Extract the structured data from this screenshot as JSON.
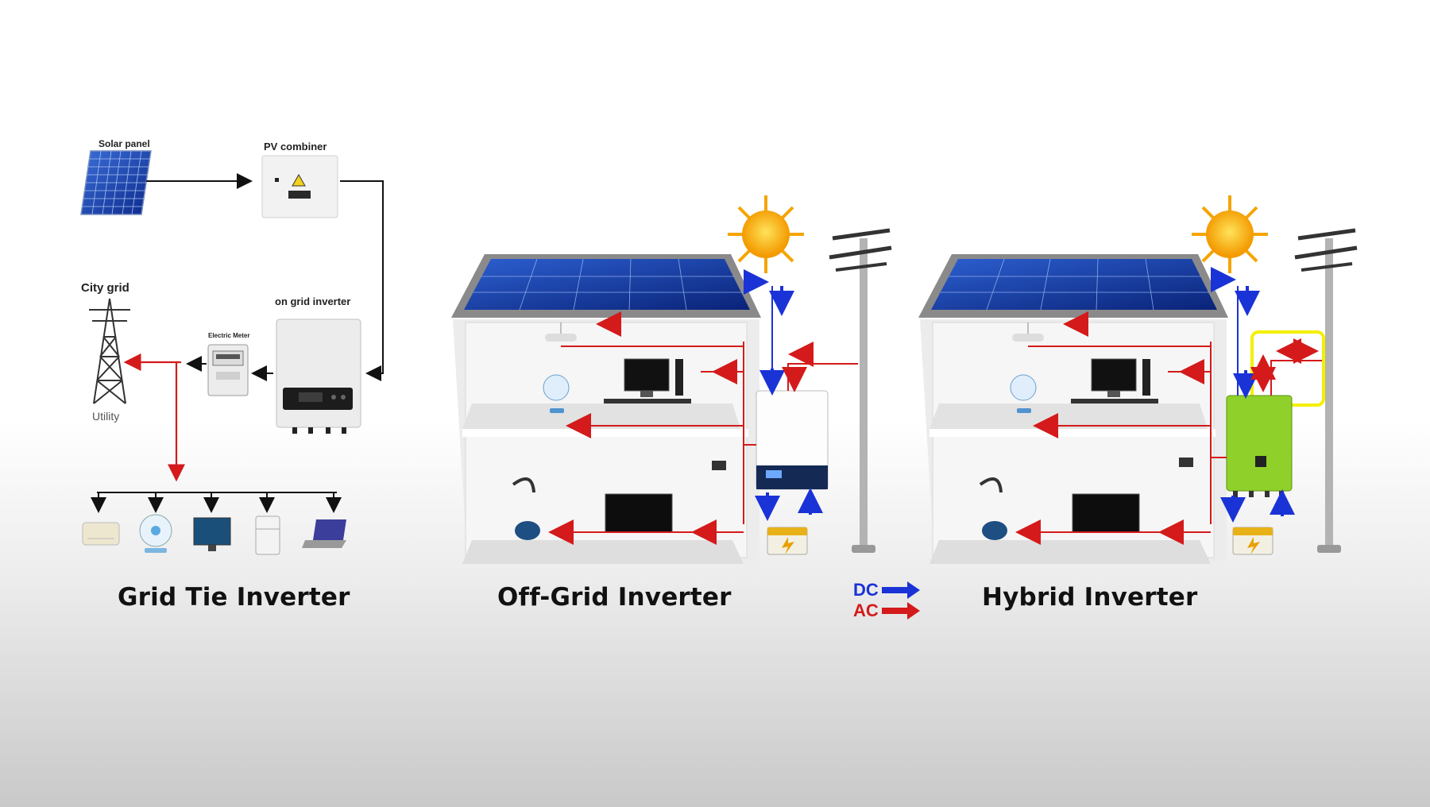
{
  "grid_tie": {
    "caption": "Grid Tie Inverter",
    "solar_panel_label": "Solar panel",
    "pv_combiner_label": "PV combiner",
    "city_grid_label": "City grid",
    "utility_label": "Utility",
    "inverter_label": "on grid inverter",
    "meter_label": "Electric Meter"
  },
  "off_grid": {
    "caption": "Off-Grid Inverter"
  },
  "hybrid": {
    "caption": "Hybrid Inverter"
  },
  "legend": {
    "dc_label": "DC",
    "ac_label": "AC",
    "dc_color": "#1a33d6",
    "ac_color": "#d41a1a"
  },
  "colors": {
    "dc_arrow": "#1a33d6",
    "ac_arrow": "#d41a1a",
    "hybrid_inverter": "#8fd12a",
    "highlight_box": "#f4f000"
  }
}
